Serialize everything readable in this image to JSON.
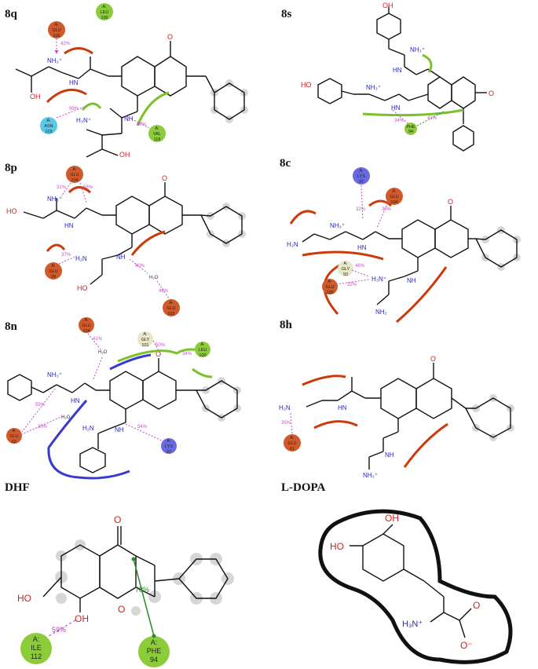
{
  "panels": {
    "p8q": {
      "label": "8q",
      "residues": [
        {
          "code": "A:",
          "name": "GLU",
          "num": "100"
        },
        {
          "code": "A:",
          "name": "ASN",
          "num": "103"
        },
        {
          "code": "A:",
          "name": "VAL",
          "num": "118"
        },
        {
          "code": "A:",
          "name": "LEU",
          "num": "100"
        }
      ],
      "pcts": [
        "42%",
        "99%",
        "40%"
      ]
    },
    "p8s": {
      "label": "8s",
      "residues": [
        {
          "code": "A:",
          "name": "PHE",
          "num": "94"
        }
      ],
      "pcts": [
        "34%",
        "41%"
      ]
    },
    "p8p": {
      "label": "8p",
      "residues": [
        {
          "code": "A:",
          "name": "GLU",
          "num": "104"
        },
        {
          "code": "A:",
          "name": "GLU",
          "num": "29"
        },
        {
          "code": "A:",
          "name": "GLU",
          "num": "102"
        }
      ],
      "pcts": [
        "31%",
        "58%",
        "37%",
        "40%",
        "46%"
      ]
    },
    "p8c": {
      "label": "8c",
      "residues": [
        {
          "code": "A:",
          "name": "LYS",
          "num": "97"
        },
        {
          "code": "A:",
          "name": "GLU",
          "num": "104"
        },
        {
          "code": "A:",
          "name": "GLY",
          "num": "93"
        },
        {
          "code": "A:",
          "name": "GLU",
          "num": "105"
        }
      ],
      "pcts": [
        "32%",
        "30%",
        "46%",
        "32%"
      ]
    },
    "p8n": {
      "label": "8n",
      "residues": [
        {
          "code": "A:",
          "name": "GLU",
          "num": "104"
        },
        {
          "code": "A:",
          "name": "GLY",
          "num": "101"
        },
        {
          "code": "A:",
          "name": "LEU",
          "num": "100"
        },
        {
          "code": "A:",
          "name": "GLU",
          "num": "62"
        },
        {
          "code": "A:",
          "name": "LYS",
          "num": "97"
        }
      ],
      "pcts": [
        "41%",
        "50%",
        "59%",
        "30%",
        "34%",
        "54%"
      ]
    },
    "p8h": {
      "label": "8h",
      "residues": [
        {
          "code": "A:",
          "name": "GLU",
          "num": "61"
        }
      ],
      "pcts": [
        "35%"
      ]
    },
    "pDHF": {
      "label": "DHF",
      "residues": [
        {
          "code": "A:",
          "name": "ILE",
          "num": "112"
        },
        {
          "code": "A:",
          "name": "PHE",
          "num": "94"
        }
      ],
      "pcts": [
        "59%",
        "78%"
      ]
    },
    "pLDOPA": {
      "label": "L-DOPA"
    }
  },
  "atoms": {
    "O": "O",
    "OH": "OH",
    "HO": "HO",
    "NH3": "NH₃⁺",
    "H3N": "H₃N⁺",
    "NH": "NH",
    "HN": "HN",
    "NH2": "NH₂",
    "H2N": "H₂N",
    "H2O": "H₂O",
    "Ominus": "O⁻"
  },
  "colors": {
    "acidic": "#d25a2a",
    "polar": "#5cc8e8",
    "hydrophobic": "#8ccc3a",
    "basic": "#6a6ae0",
    "glycine": "#e8e8c8",
    "hbond": "#c050c0",
    "pipi": "#2a8a2a",
    "pocket_red": "#cc3a0a",
    "pocket_green": "#7ac22a",
    "pocket_blue": "#3a3ad0"
  }
}
